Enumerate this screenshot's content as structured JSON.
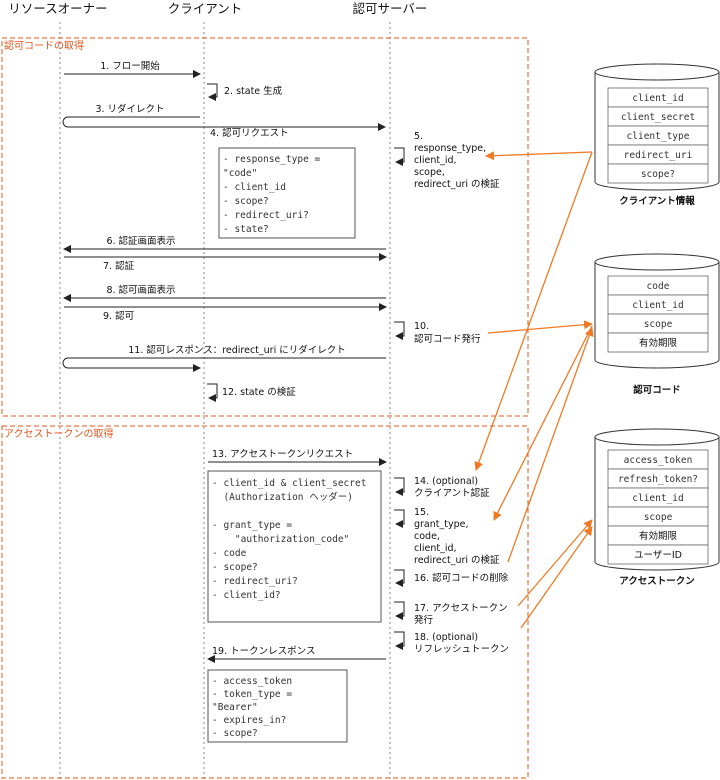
{
  "actors": {
    "resource_owner": "リソースオーナー",
    "client": "クライアント",
    "auth_server": "認可サーバー"
  },
  "sections": {
    "auth_code": "認可コードの取得",
    "access_token": "アクセストークンの取得"
  },
  "steps": {
    "s1": "1. フロー開始",
    "s2": "2. state 生成",
    "s3": "3. リダイレクト",
    "s4": "4. 認可リクエスト",
    "s5": [
      "5.",
      "response_type,",
      "client_id,",
      "scope,",
      "redirect_uri の検証"
    ],
    "s6": "6. 認証画面表示",
    "s7": "7. 認証",
    "s8": "8. 認可画面表示",
    "s9": "9. 認可",
    "s10": [
      "10.",
      "認可コード発行"
    ],
    "s11": "11. 認可レスポンス：redirect_uri にリダイレクト",
    "s12": "12. state の検証",
    "s13": "13. アクセストークンリクエスト",
    "s14": [
      "14. (optional)",
      "クライアント認証"
    ],
    "s15": [
      "15.",
      "grant_type,",
      "code,",
      "client_id,",
      "redirect_uri の検証"
    ],
    "s16": "16. 認可コードの削除",
    "s17": [
      "17. アクセストークン",
      "発行"
    ],
    "s18": [
      "18. (optional)",
      "リフレッシュトークン"
    ],
    "s19": "19. トークンレスポンス"
  },
  "params": {
    "auth_request": [
      "- response_type =",
      "\"code\"",
      "- client_id",
      "- scope?",
      "- redirect_uri?",
      "- state?"
    ],
    "token_request": [
      "- client_id & client_secret",
      "  (Authorization ヘッダー)",
      "",
      "- grant_type =",
      "    \"authorization_code\"",
      "- code",
      "- scope?",
      "- redirect_uri?",
      "- client_id?"
    ],
    "token_response": [
      "- access_token",
      "- token_type =",
      "\"Bearer\"",
      "- expires_in?",
      "- scope?"
    ]
  },
  "stores": {
    "client_info": {
      "label": "クライアント情報",
      "fields": [
        "client_id",
        "client_secret",
        "client_type",
        "redirect_uri",
        "scope?"
      ]
    },
    "auth_code": {
      "label": "認可コード",
      "fields": [
        "code",
        "client_id",
        "scope",
        "有効期限"
      ]
    },
    "access_token": {
      "label": "アクセストークン",
      "fields": [
        "access_token",
        "refresh_token?",
        "client_id",
        "scope",
        "有効期限",
        "ユーザーID"
      ]
    }
  }
}
